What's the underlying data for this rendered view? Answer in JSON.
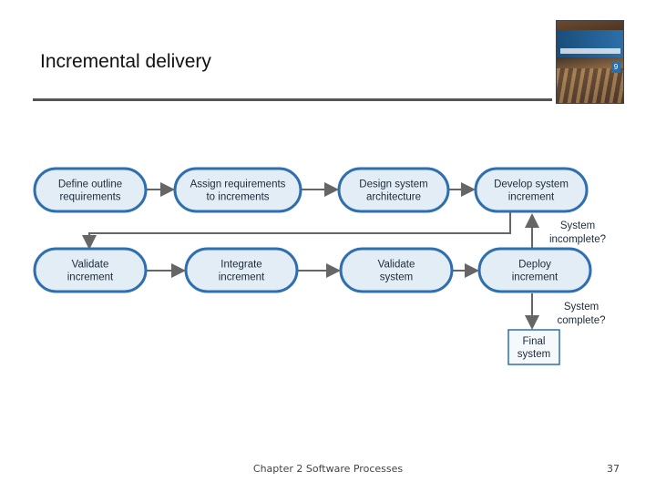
{
  "slide": {
    "title": "Incremental delivery",
    "footer": "Chapter 2 Software Processes",
    "page_number": "37",
    "cover_image": "book-cover-software-engineering-9"
  },
  "diagram": {
    "nodes": [
      {
        "id": "define",
        "lines": [
          "Define outline",
          "requirements"
        ]
      },
      {
        "id": "assign",
        "lines": [
          "Assign requirements",
          "to increments"
        ]
      },
      {
        "id": "design",
        "lines": [
          "Design system",
          "architecture"
        ]
      },
      {
        "id": "develop",
        "lines": [
          "Develop system",
          "increment"
        ]
      },
      {
        "id": "validate-inc",
        "lines": [
          "Validate",
          "increment"
        ]
      },
      {
        "id": "integrate",
        "lines": [
          "Integrate",
          "increment"
        ]
      },
      {
        "id": "validate-sys",
        "lines": [
          "Validate",
          "system"
        ]
      },
      {
        "id": "deploy",
        "lines": [
          "Deploy",
          "increment"
        ]
      },
      {
        "id": "final",
        "lines": [
          "Final",
          "system"
        ]
      }
    ],
    "conditions": [
      {
        "id": "incomplete",
        "lines": [
          "System",
          "incomplete?"
        ]
      },
      {
        "id": "complete",
        "lines": [
          "System",
          "complete?"
        ]
      }
    ],
    "colors": {
      "node_fill": "#e3edf6",
      "node_border": "#2f6fb0",
      "arrow": "#666666",
      "final_fill": "#f5f9fc"
    }
  }
}
